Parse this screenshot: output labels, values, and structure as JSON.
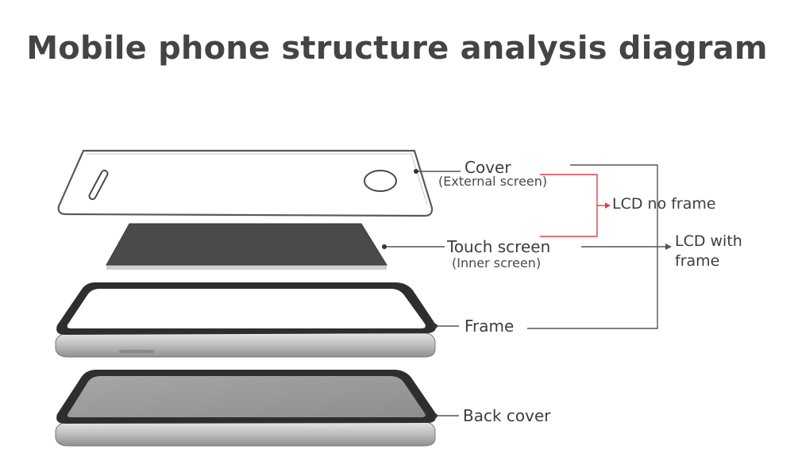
{
  "title": "Mobile phone structure analysis diagram",
  "layers": [
    {
      "id": "cover",
      "label": "Cover",
      "sublabel": "(External screen)"
    },
    {
      "id": "touch_screen",
      "label": "Touch screen",
      "sublabel": "(Inner screen)"
    },
    {
      "id": "frame",
      "label": "Frame"
    },
    {
      "id": "back_cover",
      "label": "Back cover"
    }
  ],
  "groups": {
    "lcd_no_frame": "LCD no frame",
    "lcd_with_frame_line1": "LCD with",
    "lcd_with_frame_line2": "frame"
  },
  "colors": {
    "text": "#3d3d3d",
    "leader_line": "#555555",
    "red_bracket": "#e0404a",
    "glass_outline": "#5a5a5a",
    "touch_panel": "#4a4a4a",
    "frame_band": "#2e2e2e",
    "frame_metal": "#b8b8b8",
    "back_fill": "#9a9a9a"
  }
}
